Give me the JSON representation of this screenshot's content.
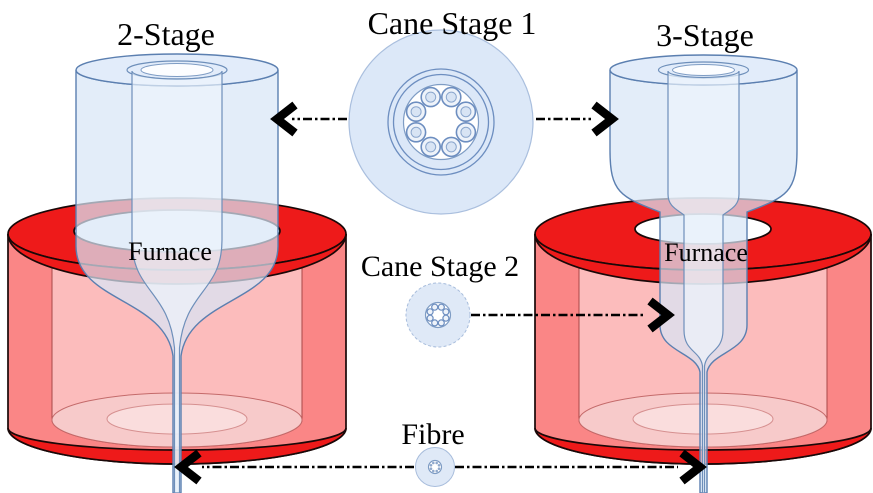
{
  "titles": {
    "left": "2-Stage",
    "center": "Cane Stage 1",
    "right": "3-Stage"
  },
  "labels": {
    "cane_stage_1": "Cane Stage 1",
    "cane_stage_2": "Cane Stage 2",
    "fibre": "Fibre",
    "furnace_left": "Furnace",
    "furnace_right": "Furnace"
  },
  "colors": {
    "furnace_red": "#ee1a1a",
    "furnace_body": "#fa8686",
    "furnace_interior": "#fcbcbc",
    "furnace_floor": "#f7caca",
    "furnace_floor_inner": "#fadddd",
    "glass_fill": "#d8e6f7",
    "glass_top": "#dfeafa",
    "glass_stroke": "#5b7fb0",
    "cane_fill": "#dce8f8",
    "cane_stroke": "#6d8ec0",
    "cane_outline": "#aabfde",
    "hole_fill": "#eef3fa"
  }
}
